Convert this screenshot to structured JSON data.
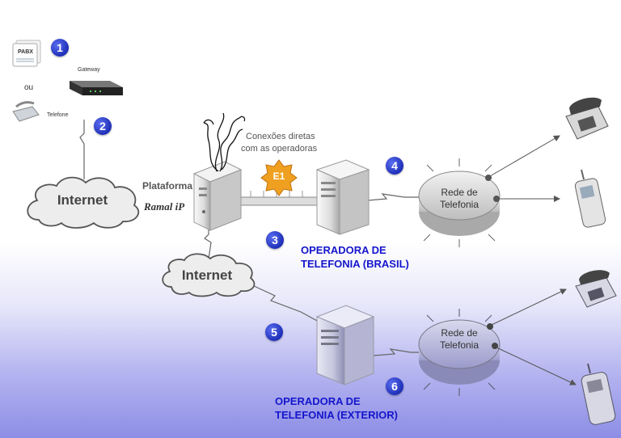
{
  "badges": [
    "1",
    "2",
    "3",
    "4",
    "5",
    "6"
  ],
  "labels": {
    "pabx": "PABX",
    "gateway": "Gateway",
    "ou": "ou",
    "telefone": "Telefone",
    "internet_left": "Internet",
    "internet_middle": "Internet",
    "plataforma": "Plataforma",
    "ramal_ip": "Ramal iP",
    "conexoes_line1": "Conexões diretas",
    "conexoes_line2": "com as operadoras",
    "e1": "E1",
    "rede_top_line1": "Rede de",
    "rede_top_line2": "Telefonia",
    "rede_bottom_line1": "Rede de",
    "rede_bottom_line2": "Telefonia",
    "operadora_brasil_line1": "OPERADORA DE",
    "operadora_brasil_line2": "TELEFONIA (BRASIL)",
    "operadora_exterior_line1": "OPERADORA DE",
    "operadora_exterior_line2": "TELEFONIA (EXTERIOR)"
  },
  "colors": {
    "badge": "#2233cc",
    "operadora_text": "#1515cc",
    "e1_star": "#f0a020",
    "cloud_fill": "#eeeeee"
  },
  "icons": [
    "pabx-icon",
    "gateway-icon",
    "telephone-icon",
    "server-icon",
    "desk-phone-icon",
    "mobile-phone-icon",
    "cable-bundle-icon",
    "e1-star-icon"
  ]
}
